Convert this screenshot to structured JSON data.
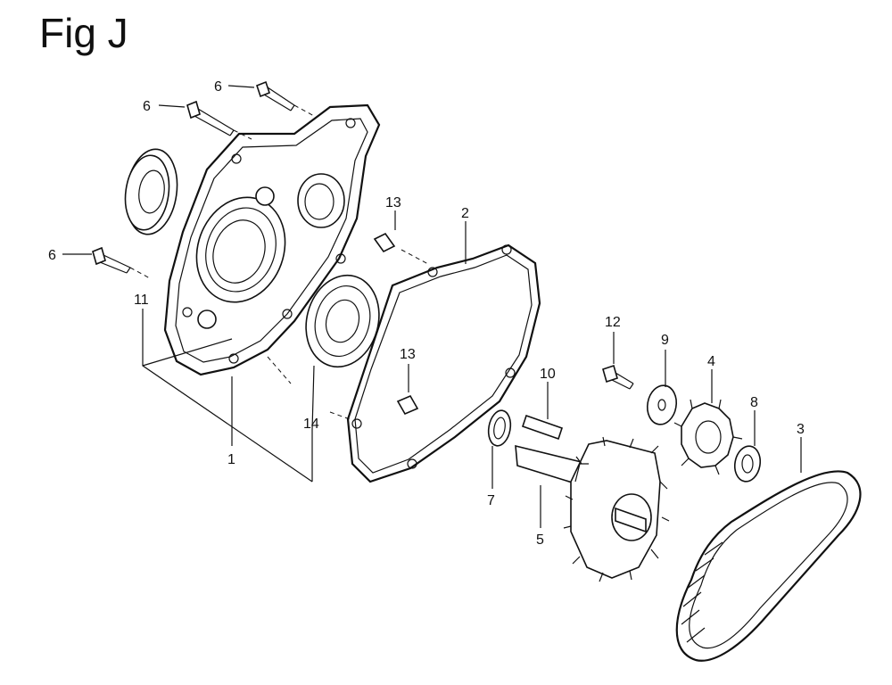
{
  "figure": {
    "title": "Fig J"
  },
  "callouts": {
    "c1": "1",
    "c2": "2",
    "c3": "3",
    "c4": "4",
    "c5": "5",
    "c6a": "6",
    "c6b": "6",
    "c6c": "6",
    "c7": "7",
    "c8": "8",
    "c9": "9",
    "c10": "10",
    "c11": "11",
    "c12": "12",
    "c13a": "13",
    "c13b": "13",
    "c14": "14"
  }
}
